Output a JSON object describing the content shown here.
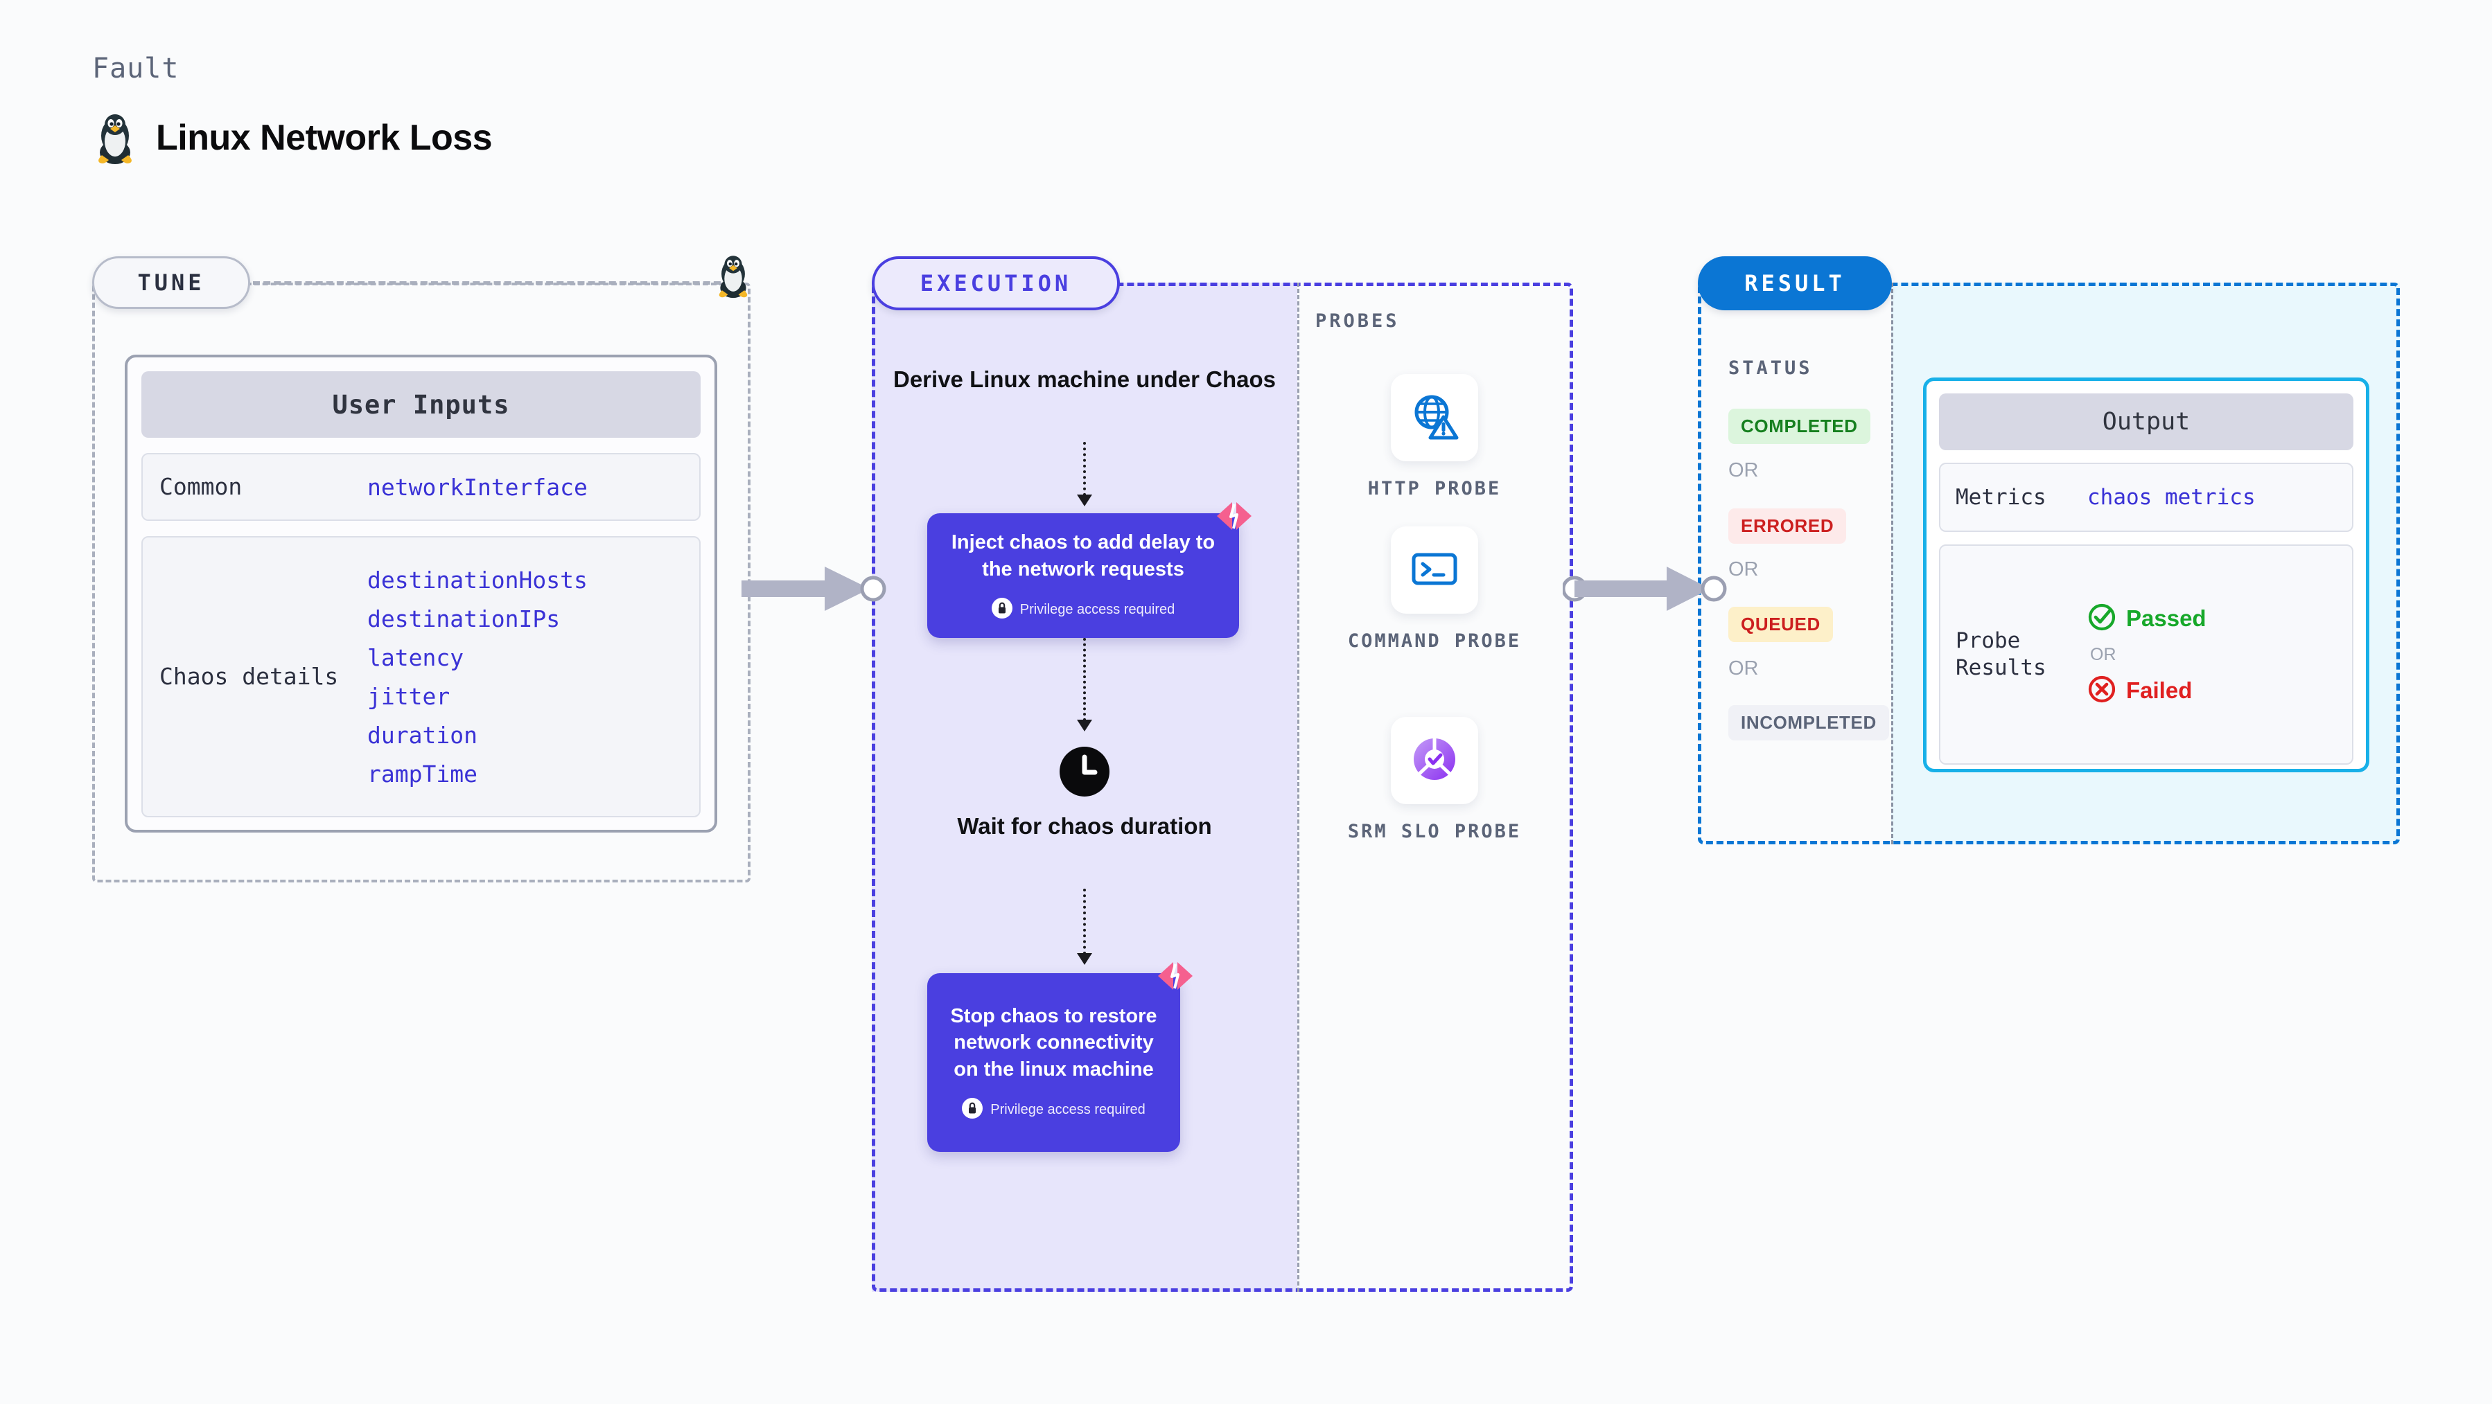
{
  "header": {
    "eyebrow": "Fault",
    "title": "Linux Network Loss",
    "icon": "linux-penguin-icon"
  },
  "tune": {
    "badge": "TUNE",
    "icon": "linux-penguin-icon",
    "card": {
      "header": "User Inputs",
      "rows": [
        {
          "key": "Common",
          "values": [
            "networkInterface"
          ]
        },
        {
          "key": "Chaos details",
          "values": [
            "destinationHosts",
            "destinationIPs",
            "latency",
            "jitter",
            "duration",
            "rampTime"
          ]
        }
      ]
    }
  },
  "execution": {
    "badge": "EXECUTION",
    "step_title": "Derive Linux machine under Chaos",
    "blocks": [
      {
        "text": "Inject chaos to add delay to the network requests",
        "privilege": "Privilege access required",
        "icon": "harness-logo-icon",
        "lock": "lock-icon"
      },
      {
        "text": "Stop chaos to restore network connectivity on the linux machine",
        "privilege": "Privilege access required",
        "icon": "harness-logo-icon",
        "lock": "lock-icon"
      }
    ],
    "wait": {
      "label": "Wait for chaos duration",
      "icon": "clock-icon"
    }
  },
  "probes": {
    "label": "PROBES",
    "items": [
      {
        "label": "HTTP PROBE",
        "icon": "globe-warning-icon"
      },
      {
        "label": "COMMAND PROBE",
        "icon": "terminal-icon"
      },
      {
        "label": "SRM SLO PROBE",
        "icon": "slo-donut-check-icon"
      }
    ]
  },
  "result": {
    "badge": "RESULT",
    "status_label": "STATUS",
    "or_label": "OR",
    "statuses": [
      {
        "label": "COMPLETED",
        "color": "#16801f",
        "bg": "#dcf5dd"
      },
      {
        "label": "ERRORED",
        "color": "#cc1f1f",
        "bg": "#fdeaea"
      },
      {
        "label": "QUEUED",
        "color": "#cc1f1f",
        "bg": "#fdf0c9"
      },
      {
        "label": "INCOMPLETED",
        "color": "#5b6478",
        "bg": "#f0f1f6"
      }
    ],
    "output": {
      "header": "Output",
      "metrics_key": "Metrics",
      "metrics_value": "chaos metrics",
      "probe_results_key": "Probe Results",
      "passed": {
        "label": "Passed",
        "color": "#17a82a",
        "icon": "check-circle-icon"
      },
      "failed": {
        "label": "Failed",
        "color": "#e02020",
        "icon": "x-circle-icon"
      },
      "or_label": "OR"
    }
  },
  "colors": {
    "accent_purple": "#4a3fe0",
    "accent_blue": "#0b76d4",
    "accent_cyan": "#18b0e8",
    "pink": "#f5608f",
    "page_bg": "#fafbfc"
  }
}
